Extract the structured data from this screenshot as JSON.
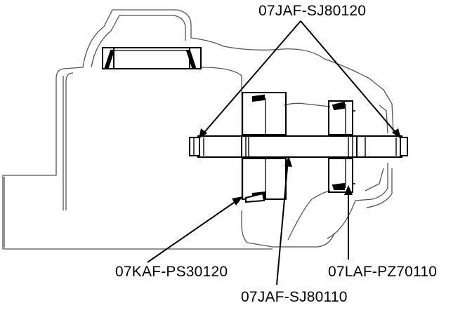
{
  "diagram": {
    "labels": {
      "top": "07JAF-SJ80120",
      "left": "07KAF-PS30120",
      "right": "07LAF-PZ70110",
      "bottom": "07JAF-SJ80110"
    },
    "colors": {
      "line": "#000000",
      "housing": "#555555",
      "background": "#ffffff"
    }
  }
}
